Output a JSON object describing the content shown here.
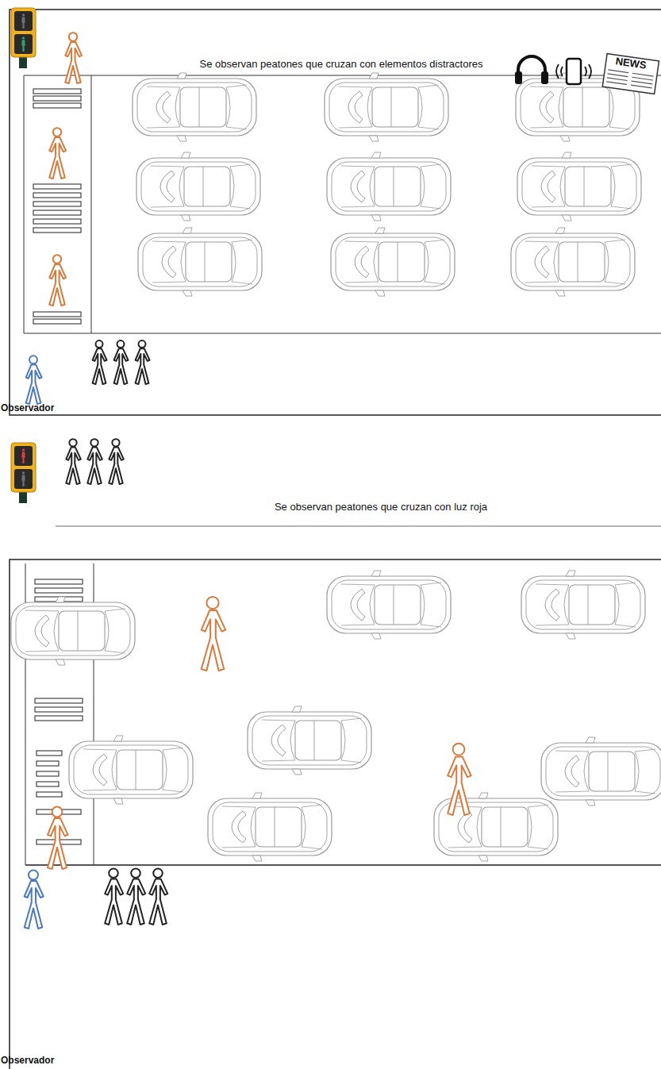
{
  "diagram": {
    "labels": [
      "Se observan peatones que cruzan con elementos distractores",
      "Observador",
      "Se observan peatones que cruzan con luz roja",
      "Observador",
      "NEWS"
    ]
  }
}
